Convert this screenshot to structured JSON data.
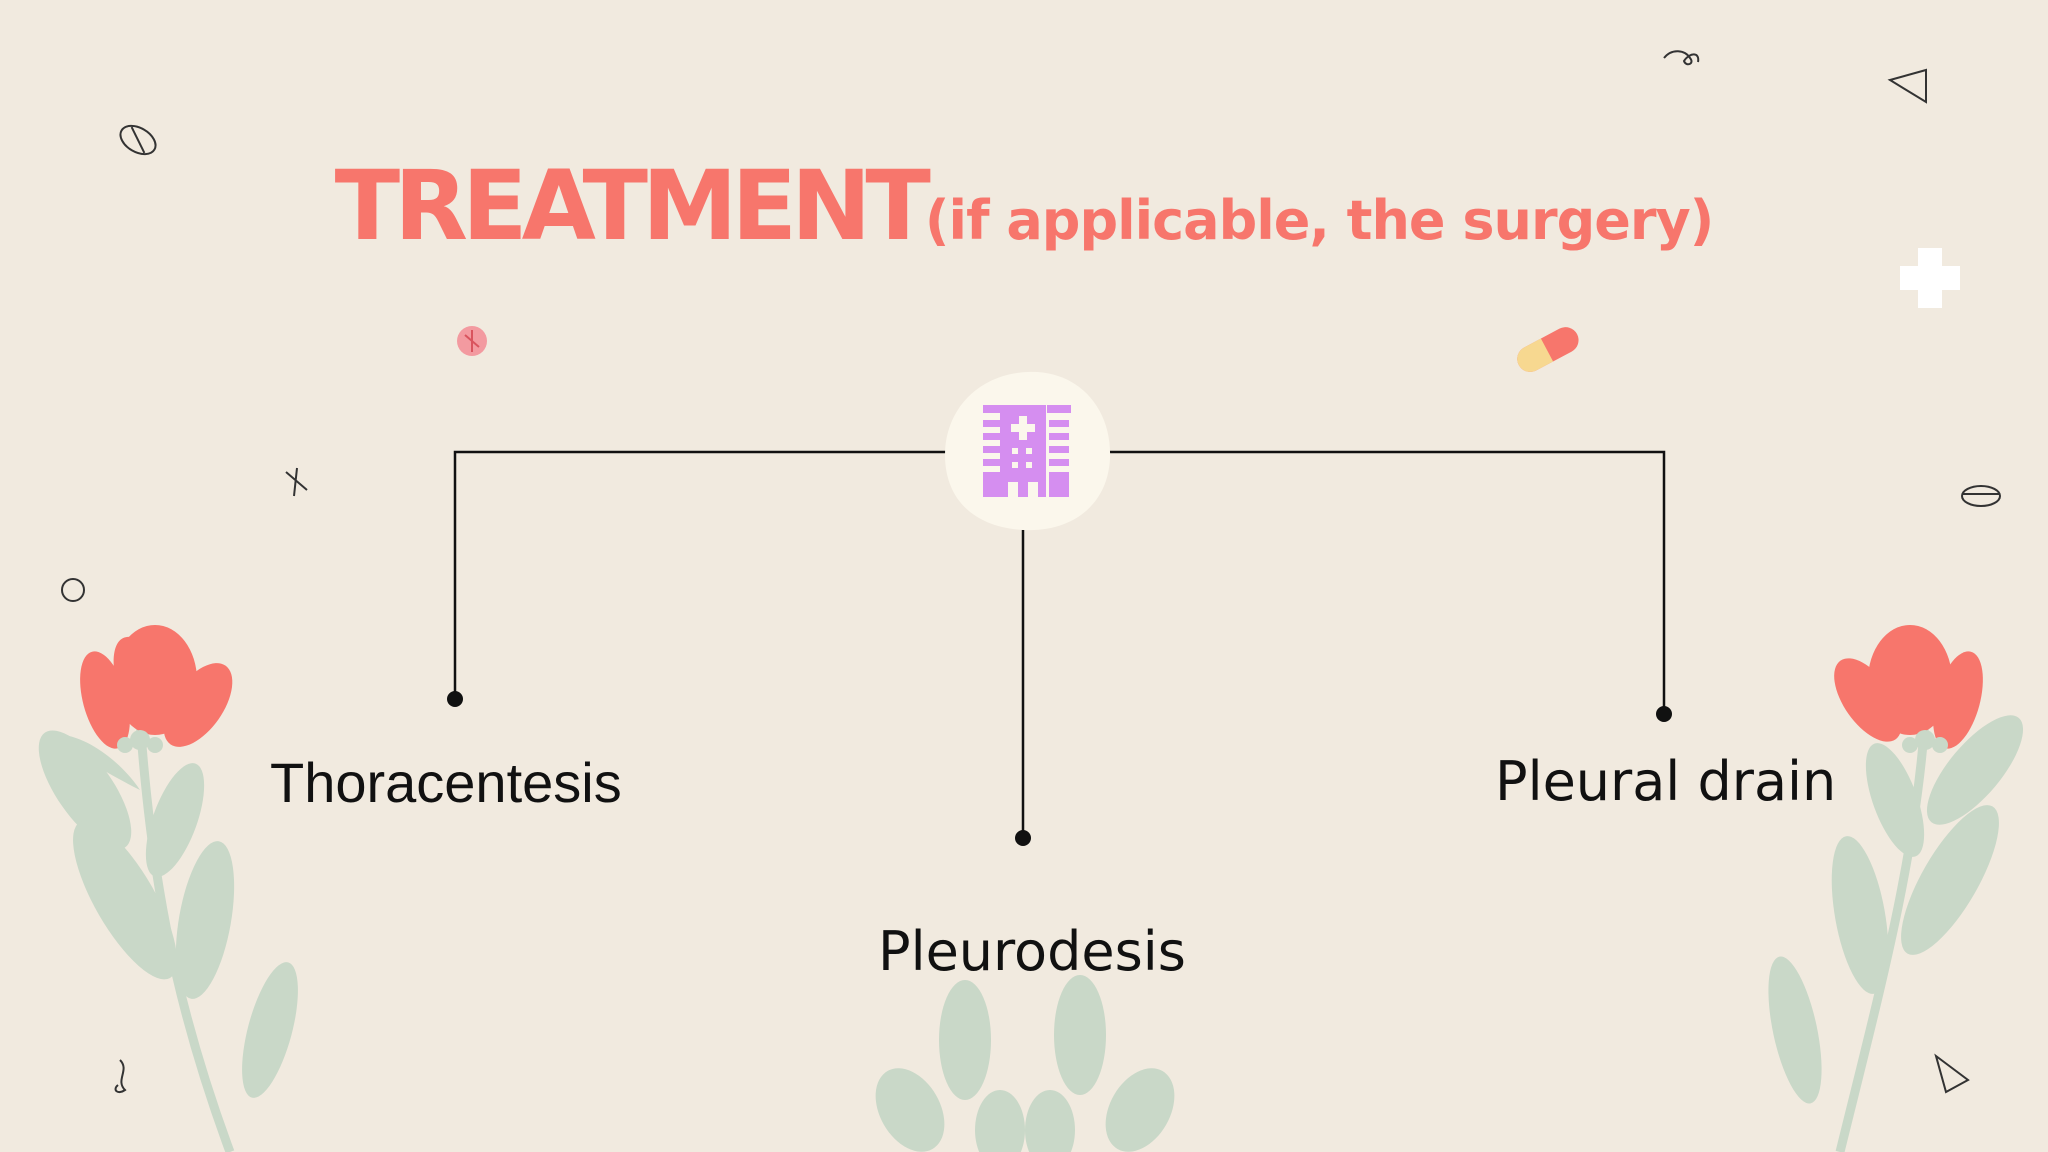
{
  "title": {
    "main": "TREATMENT",
    "sub": "(if applicable, the surgery)"
  },
  "diagram": {
    "center_icon": "hospital-building-icon",
    "branches": [
      {
        "label": "Thoracentesis"
      },
      {
        "label": "Pleurodesis"
      },
      {
        "label": "Pleural drain"
      }
    ]
  },
  "colors": {
    "background": "#f1eadf",
    "title": "#f7766c",
    "icon": "#d58ef0",
    "icon_bg": "#fbf7ec",
    "line": "#111111",
    "flower": "#f7766c",
    "leaf": "#c9d8c8"
  }
}
